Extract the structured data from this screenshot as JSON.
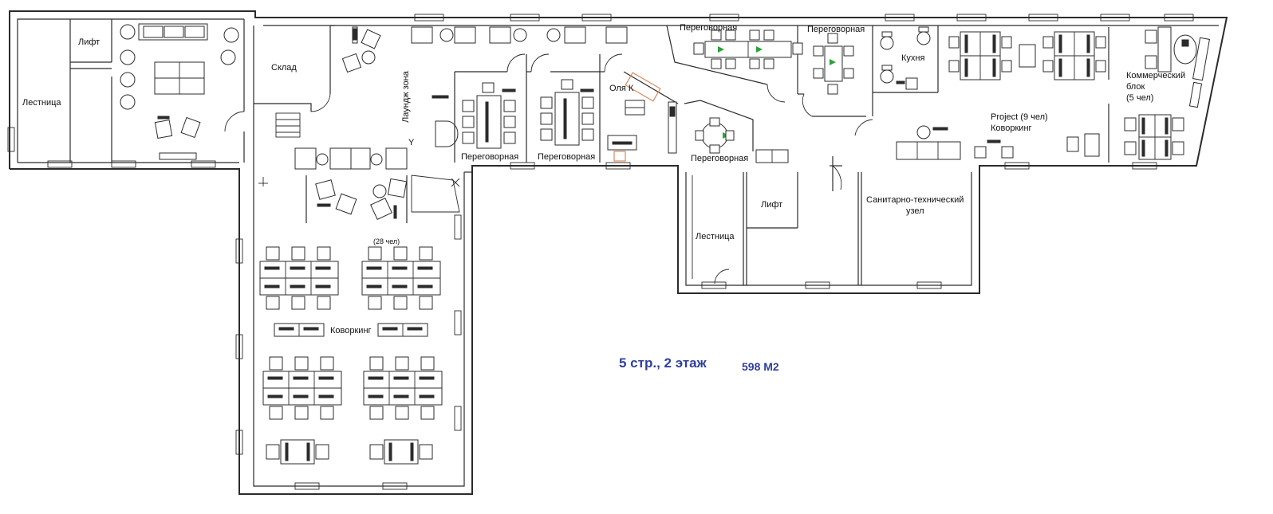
{
  "floor_caption": "5 стр., 2 этаж",
  "area_caption": "598 М2",
  "rooms": {
    "lift_left": "Лифт",
    "stairs_left": "Лестница",
    "storage": "Склад",
    "lounge": "Лаундж зона",
    "meeting_1": "Переговорная",
    "meeting_2": "Переговорная",
    "olya": "Оля К",
    "meeting_3": "Переговорная",
    "meeting_4": "Переговорная",
    "meeting_5": "Переговорная",
    "kitchen": "Кухня",
    "commercial_line1": "Коммерческий",
    "commercial_line2": "блок",
    "commercial_line3": "(5 чел)",
    "project_line1": "Project (9 чел)",
    "project_line2": "Коворкинг",
    "lift_right": "Лифт",
    "stairs_right": "Лестница",
    "sanitary_line1": "Санитарно-технический",
    "sanitary_line2": "узел",
    "coworking_capacity": "(28 чел)",
    "coworking": "Коворкинг"
  }
}
